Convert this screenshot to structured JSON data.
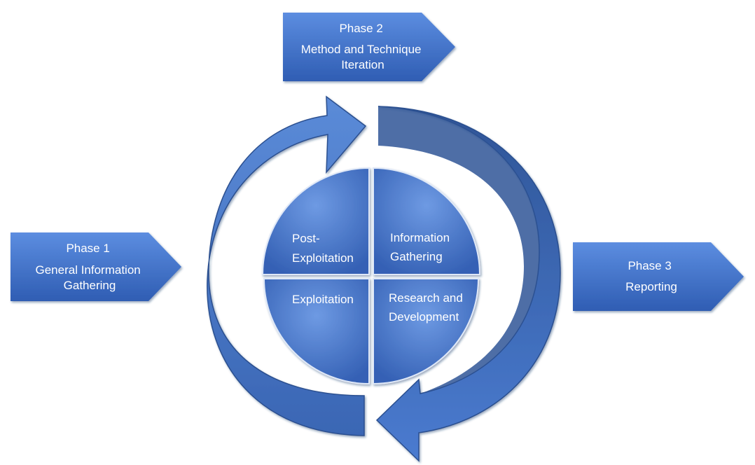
{
  "phases": {
    "phase1": {
      "title": "Phase 1",
      "line1": "General Information",
      "line2": "Gathering"
    },
    "phase2": {
      "title": "Phase 2",
      "line1": "Method and Technique",
      "line2": "Iteration"
    },
    "phase3": {
      "title": "Phase 3",
      "line1": "Reporting"
    }
  },
  "quadrants": {
    "top_left": {
      "line1": "Post-",
      "line2": "Exploitation"
    },
    "top_right": {
      "line1": "Information",
      "line2": "Gathering"
    },
    "bottom_left": {
      "line1": "Exploitation"
    },
    "bottom_right": {
      "line1": "Research and",
      "line2": "Development"
    }
  },
  "colors": {
    "primary_blue": "#4472c4",
    "light_blue": "#5b8bd8",
    "dark_blue": "#2f5597"
  }
}
